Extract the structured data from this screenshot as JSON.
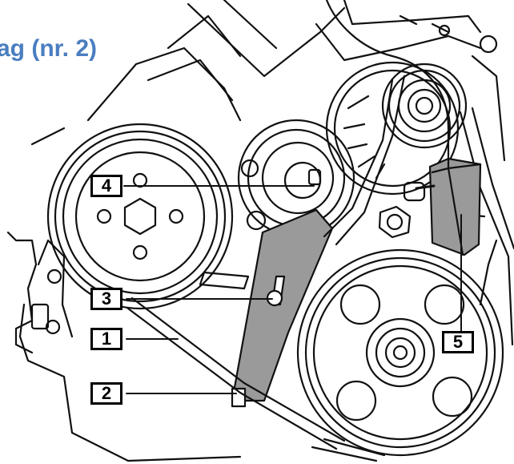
{
  "title": "ag (nr. 2)",
  "callouts": [
    "4",
    "3",
    "1",
    "2",
    "5"
  ],
  "colors": {
    "title": "#4a7ec0",
    "line": "#111111",
    "shade": "#9a9a9a",
    "belt_fill": "#eaeaea"
  }
}
